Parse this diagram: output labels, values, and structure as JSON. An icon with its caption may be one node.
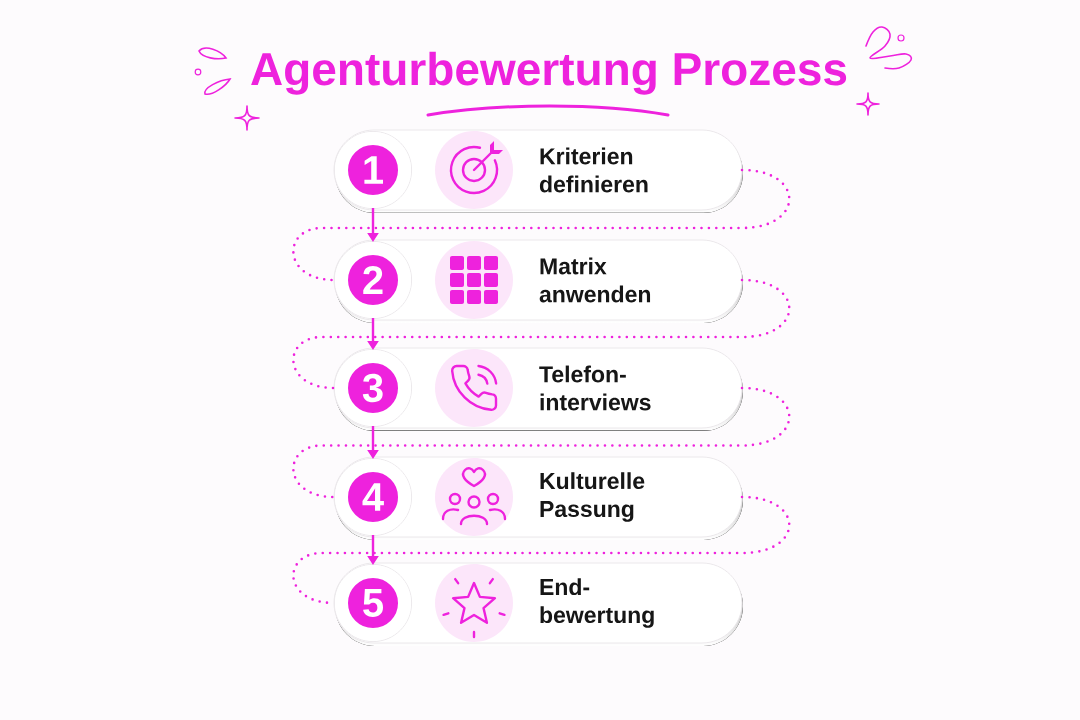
{
  "diagram": {
    "title": "Agenturbewertung Prozess",
    "nodes": [
      {
        "text": [
          "Kriterien definieren"
        ]
      },
      {
        "text": [
          "1"
        ],
        "in": 0
      },
      {
        "text": [
          "Matrix anwenden"
        ]
      },
      {
        "text": [
          "2"
        ],
        "in": 2
      },
      {
        "text": [
          "Telefon- interviews"
        ]
      },
      {
        "text": [
          "3"
        ],
        "in": 4
      },
      {
        "text": [
          "Kulturelle Passung"
        ]
      },
      {
        "text": [
          "4"
        ],
        "in": 6
      },
      {
        "text": [
          "End- bewertung"
        ]
      },
      {
        "text": [
          "5"
        ],
        "in": 8
      }
    ],
    "edges": [
      {
        "from": 1,
        "to": 3,
        "arrow": "to"
      },
      {
        "from": 0,
        "to": 2,
        "arrow": "none",
        "style": "dashed"
      },
      {
        "from": 3,
        "to": 5,
        "arrow": "to"
      },
      {
        "from": 2,
        "to": 4,
        "arrow": "none",
        "style": "dashed"
      },
      {
        "from": 5,
        "to": 7,
        "arrow": "to"
      },
      {
        "from": 4,
        "to": 6,
        "arrow": "none",
        "style": "dashed"
      },
      {
        "from": 7,
        "to": 9,
        "arrow": "to"
      },
      {
        "from": 6,
        "to": 8,
        "arrow": "none",
        "style": "dashed"
      }
    ]
  }
}
